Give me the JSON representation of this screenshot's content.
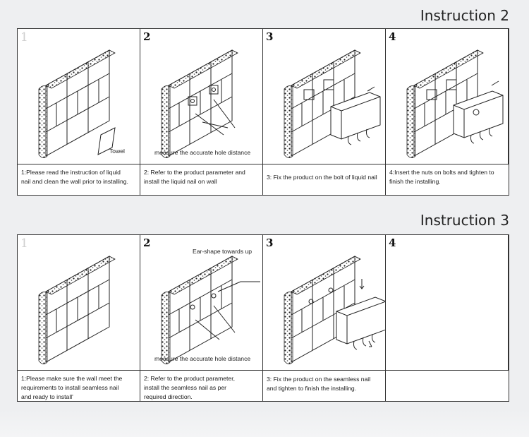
{
  "instruction2": {
    "title": "Instruction 2",
    "steps": [
      {
        "num": "1",
        "caption_lines": [
          "1:Please read the instruction of liquid",
          "nail and clean the wall prior to installing."
        ],
        "label": "Towel"
      },
      {
        "num": "2",
        "caption_lines": [
          "2: Refer to the product parameter and",
          "install the liquid nail on wall"
        ],
        "label": "measure the accurate hole distance"
      },
      {
        "num": "3",
        "caption_lines": [
          "3: Fix the product on the bolt of liquid nail"
        ]
      },
      {
        "num": "4",
        "caption_lines": [
          "4:Insert the nuts on bolts and tighten to",
          "finish the installing."
        ]
      }
    ]
  },
  "instruction3": {
    "title": "Instruction 3",
    "steps": [
      {
        "num": "1",
        "caption_lines": [
          "1:Please make sure the wall meet the",
          "requirements to install seamless nail",
          "and ready to install'"
        ]
      },
      {
        "num": "2",
        "caption_lines": [
          "2: Refer to the product parameter,",
          "install the seamless nail as per",
          "required direction."
        ],
        "label": "measure the accurate hole distance",
        "label_top": "Ear-shape towards up"
      },
      {
        "num": "3",
        "caption_lines": [
          "3: Fix the product on the seamless nail",
          "and tighten to finish the installing."
        ]
      },
      {
        "num": "4",
        "caption_lines": []
      }
    ]
  }
}
